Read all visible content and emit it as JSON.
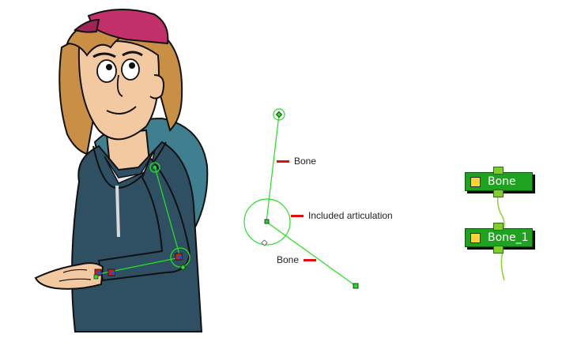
{
  "callouts": {
    "bone_top": "Bone",
    "included_articulation": "Included articulation",
    "bone_bottom": "Bone"
  },
  "nodes": {
    "bone": "Bone",
    "bone_1": "Bone_1"
  },
  "colors": {
    "rig_green": "#22e022",
    "node_green": "#1fa21f",
    "callout_red": "#e01010",
    "hoodie": "#2f4f63",
    "hair": "#c98f45",
    "cap": "#c2306a"
  }
}
